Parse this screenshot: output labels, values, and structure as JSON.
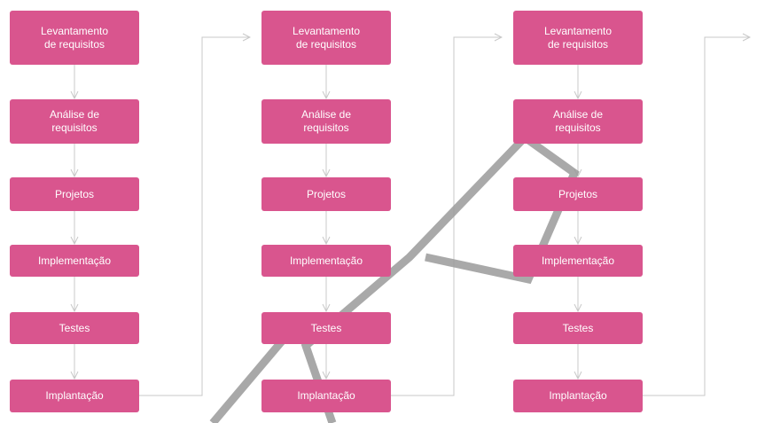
{
  "columns": [
    {
      "steps": [
        "Levantamento de requisitos",
        "Análise de requisitos",
        "Projetos",
        "Implementação",
        "Testes",
        "Implantação"
      ]
    },
    {
      "steps": [
        "Levantamento de requisitos",
        "Análise de requisitos",
        "Projetos",
        "Implementação",
        "Testes",
        "Implantação"
      ]
    },
    {
      "steps": [
        "Levantamento de requisitos",
        "Análise de requisitos",
        "Projetos",
        "Implementação",
        "Testes",
        "Implantação"
      ]
    }
  ],
  "colors": {
    "box": "#d9558e",
    "text": "#ffffff",
    "arrow": "#c8c8c8",
    "watermark": "#9a9a9a"
  }
}
